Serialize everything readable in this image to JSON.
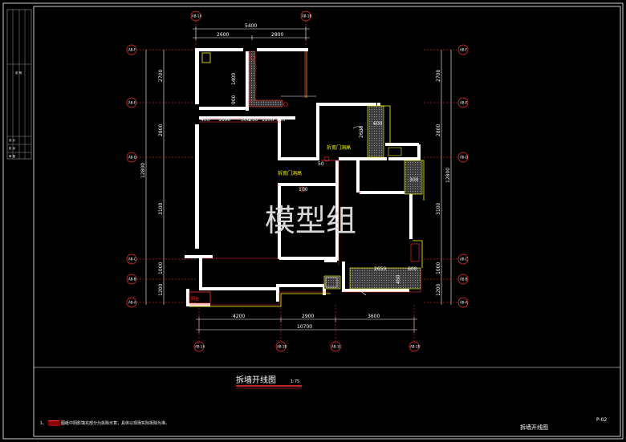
{
  "watermark": "模型组",
  "drawing": {
    "title": "拆墙开线图",
    "scale": "1:75",
    "sheet_name": "拆墙开线图",
    "sheet_number": "P-02",
    "note_prefix": "1、",
    "note_highlight": "████",
    "note_text": "图纸中阴影填充部分为拆除示意，具体以现场实际拆除为准。"
  },
  "labels": {
    "door_opening_1": "拆宽门洞高",
    "door_opening_2": "拆宽门洞高",
    "balcony_label": "阳台"
  },
  "dimensions": {
    "top_total": "5400",
    "top_a": "2600",
    "top_b": "2800",
    "bottom_a": "4200",
    "bottom_b": "2900",
    "bottom_c": "3600",
    "bottom_total": "10700",
    "left_total": "12800",
    "left_a": "2700",
    "left_b": "2800",
    "left_c": "3100",
    "left_d": "1000",
    "left_e": "1200",
    "right_total": "12800",
    "right_a": "2700",
    "right_b": "2800",
    "right_c": "3100",
    "right_d": "1000",
    "right_e": "1200",
    "inner_1400": "1400",
    "inner_900": "900",
    "inner_400": "400",
    "inner_1600": "1600",
    "inner_500": "500",
    "inner_250": "250",
    "inner_1200": "1200",
    "inner_100": "100",
    "inner_600": "600",
    "inner_2600": "2600",
    "inner_50": "50",
    "inner_100b": "100",
    "inner_300": "300",
    "inner_2650": "2650",
    "inner_450": "450",
    "inner_600b": "600"
  },
  "axis_markers": {
    "top": [
      "AB-1A",
      "AB-1B"
    ],
    "bottom": [
      "AB-1A",
      "AB-1B",
      "AB-1C",
      "AB-1D"
    ],
    "left": [
      "AB-F",
      "AB-E",
      "AB-D",
      "AB-C",
      "AB-B",
      "AB-A"
    ],
    "right": [
      "AB-F",
      "AB-E",
      "AB-D",
      "AB-C",
      "AB-B",
      "AB-A"
    ]
  },
  "title_block": {
    "row1": "说 明",
    "row2": "设 计",
    "row3": "校 对",
    "row4": "审 核"
  }
}
